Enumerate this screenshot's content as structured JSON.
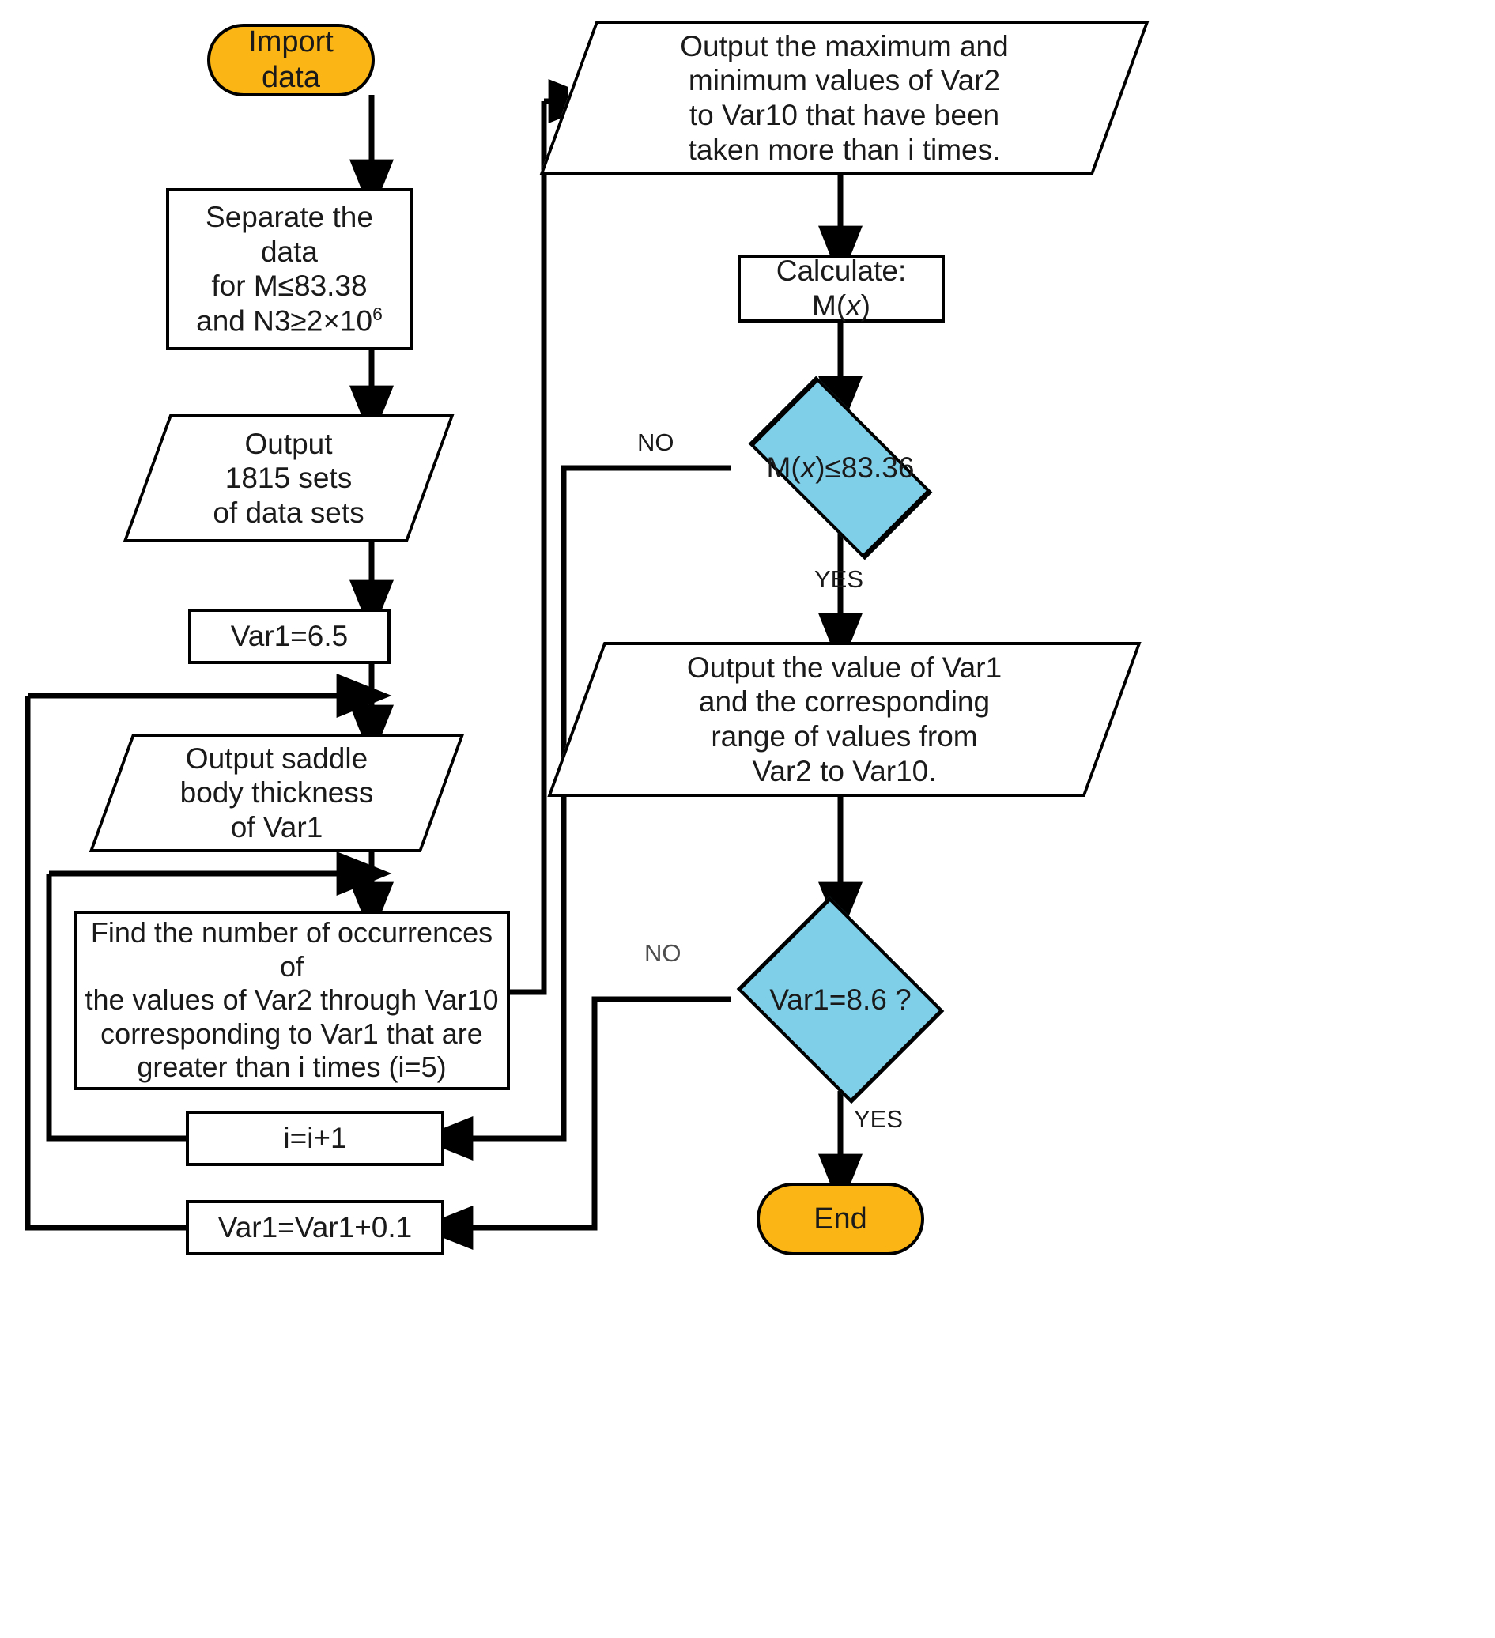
{
  "diagram": {
    "title": "Algorithm flowchart for saddle body thickness optimization",
    "colors": {
      "terminator_fill": "#FBB615",
      "decision_fill": "#7FCFE8",
      "process_fill": "#FFFFFF",
      "stroke": "#000000",
      "background": "#FFFFFF"
    },
    "nodes": [
      {
        "id": "start",
        "type": "terminator",
        "text": "Import data"
      },
      {
        "id": "separate",
        "type": "process",
        "line1": "Separate the data",
        "line2_a": "for  M≤",
        "line2_b": "83.38",
        "line3_a": "and N3≥",
        "line3_b": "2×10",
        "line3_sup": "6"
      },
      {
        "id": "out1815",
        "type": "io",
        "line1": "Output",
        "line2": "1815 sets",
        "line3": "of data sets"
      },
      {
        "id": "var1init",
        "type": "process",
        "text": "Var1=6.5"
      },
      {
        "id": "outsaddle",
        "type": "io",
        "line1": "Output saddle",
        "line2": "body thickness",
        "line3": "of Var1"
      },
      {
        "id": "findocc",
        "type": "process",
        "line1": "Find the number of occurrences of",
        "line2": "the values of Var2 through Var10",
        "line3": "corresponding to Var1 that are",
        "line4": "greater than i times (i=5)"
      },
      {
        "id": "iinc",
        "type": "process",
        "text": "i=i+1"
      },
      {
        "id": "var1inc",
        "type": "process",
        "text": "Var1=Var1+0.1"
      },
      {
        "id": "outminmax",
        "type": "io",
        "line1": "Output the maximum and",
        "line2": "minimum values of Var2",
        "line3": "to Var10 that have been",
        "line4": "taken more than i times."
      },
      {
        "id": "calcmx",
        "type": "process",
        "pre": "Calculate: M(",
        "ital": "x",
        "post": ")"
      },
      {
        "id": "decision1",
        "type": "decision",
        "pre": "M(",
        "ital": "x",
        "post": ")≤",
        "value": "83.36"
      },
      {
        "id": "outvar1",
        "type": "io",
        "line1": "Output the value of Var1",
        "line2": "and the corresponding",
        "line3": "range of values from",
        "line4": "Var2 to Var10."
      },
      {
        "id": "decision2",
        "type": "decision",
        "text": "Var1=8.6 ?"
      },
      {
        "id": "end",
        "type": "terminator",
        "text": "End"
      }
    ],
    "edge_labels": [
      {
        "id": "no1",
        "text": "NO"
      },
      {
        "id": "yes1",
        "text": "YES"
      },
      {
        "id": "no2",
        "text": "NO"
      },
      {
        "id": "yes2",
        "text": "YES"
      }
    ]
  }
}
